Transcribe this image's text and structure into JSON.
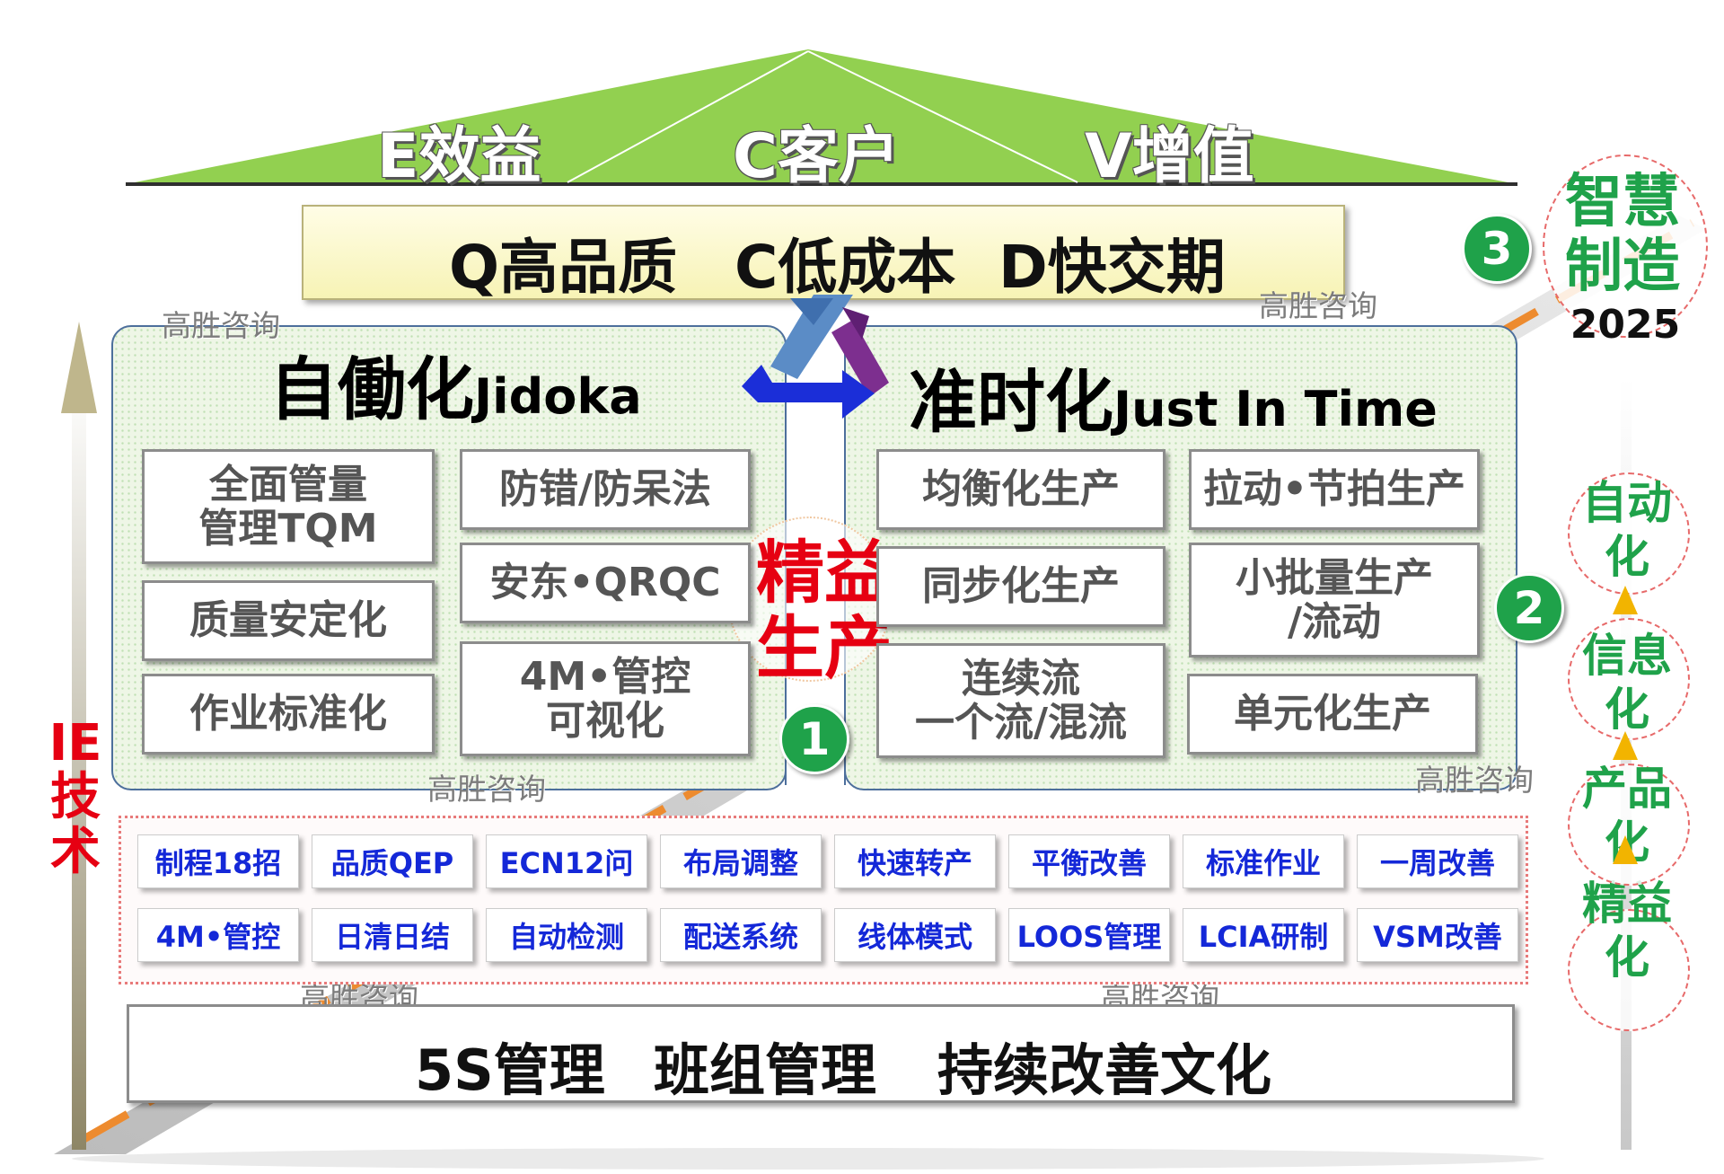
{
  "roof": {
    "items": [
      "E效益",
      "C客户",
      "V增值"
    ]
  },
  "qcd": {
    "items": [
      "Q高品质",
      "C低成本",
      "D快交期"
    ]
  },
  "watermark": "高胜咨询",
  "jidoka": {
    "title_cn": "自働化",
    "title_en": "Jidoka",
    "boxes": [
      "全面管量\n管理TQM",
      "质量安定化",
      "作业标准化",
      "防错/防呆法",
      "安东•QRQC",
      "4M•管控\n可视化"
    ]
  },
  "jit": {
    "title_cn": "准时化",
    "title_en": "Just In Time",
    "boxes": [
      "均衡化生产",
      "同步化生产",
      "连续流\n一个流/混流",
      "拉动•节拍生产",
      "小批量生产\n/流动",
      "单元化生产"
    ]
  },
  "center": {
    "label": "精益\n生产"
  },
  "steps": [
    "1",
    "2",
    "3"
  ],
  "tools": {
    "row1": [
      "制程18招",
      "品质QEP",
      "ECN12问",
      "布局调整",
      "快速转产",
      "平衡改善",
      "标准作业",
      "一周改善"
    ],
    "row2": [
      "4M•管控",
      "日清日结",
      "自动检测",
      "配送系统",
      "线体模式",
      "LOOS管理",
      "LCIA研制",
      "VSM改善"
    ]
  },
  "base": {
    "items": [
      "5S管理",
      "班组管理",
      "持续改善文化"
    ]
  },
  "ie": {
    "label": "IE\n技\n术"
  },
  "smart": {
    "label": "智慧\n制造",
    "year": "2025"
  },
  "ladder": [
    "精益\n化",
    "产品\n化",
    "信息\n化",
    "自动\n化"
  ],
  "colors": {
    "roof_green": "#92d050",
    "accent_red": "#e60012",
    "step_green": "#1fa24a",
    "tool_blue": "#1428d8"
  },
  "icons": {
    "cycle": "recycle-arrows-icon"
  }
}
